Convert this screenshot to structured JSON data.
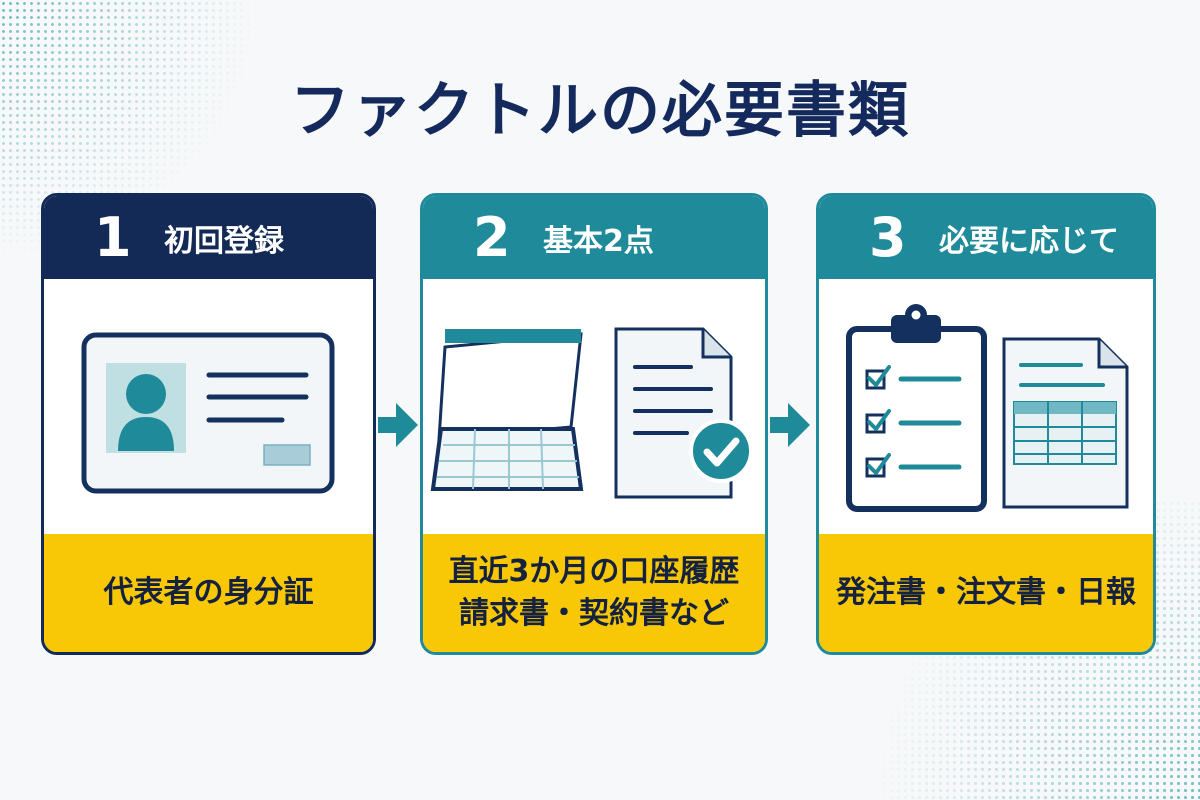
{
  "title": "ファクトルの必要書類",
  "colors": {
    "navy": "#132a57",
    "teal": "#1e8a9a",
    "yellow": "#f8c806",
    "title": "#142a5c"
  },
  "steps": [
    {
      "number": "1",
      "label": "初回登録",
      "icons": [
        "id-card-icon"
      ],
      "lines": [
        "代表者の身分証"
      ]
    },
    {
      "number": "2",
      "label": "基本2点",
      "icons": [
        "bank-passbook-icon",
        "document-check-icon"
      ],
      "lines": [
        "直近3か月の口座履歴",
        "請求書・契約書など"
      ]
    },
    {
      "number": "3",
      "label": "必要に応じて",
      "icons": [
        "clipboard-checklist-icon",
        "spreadsheet-document-icon"
      ],
      "lines": [
        "発注書・注文書・日報"
      ]
    }
  ]
}
